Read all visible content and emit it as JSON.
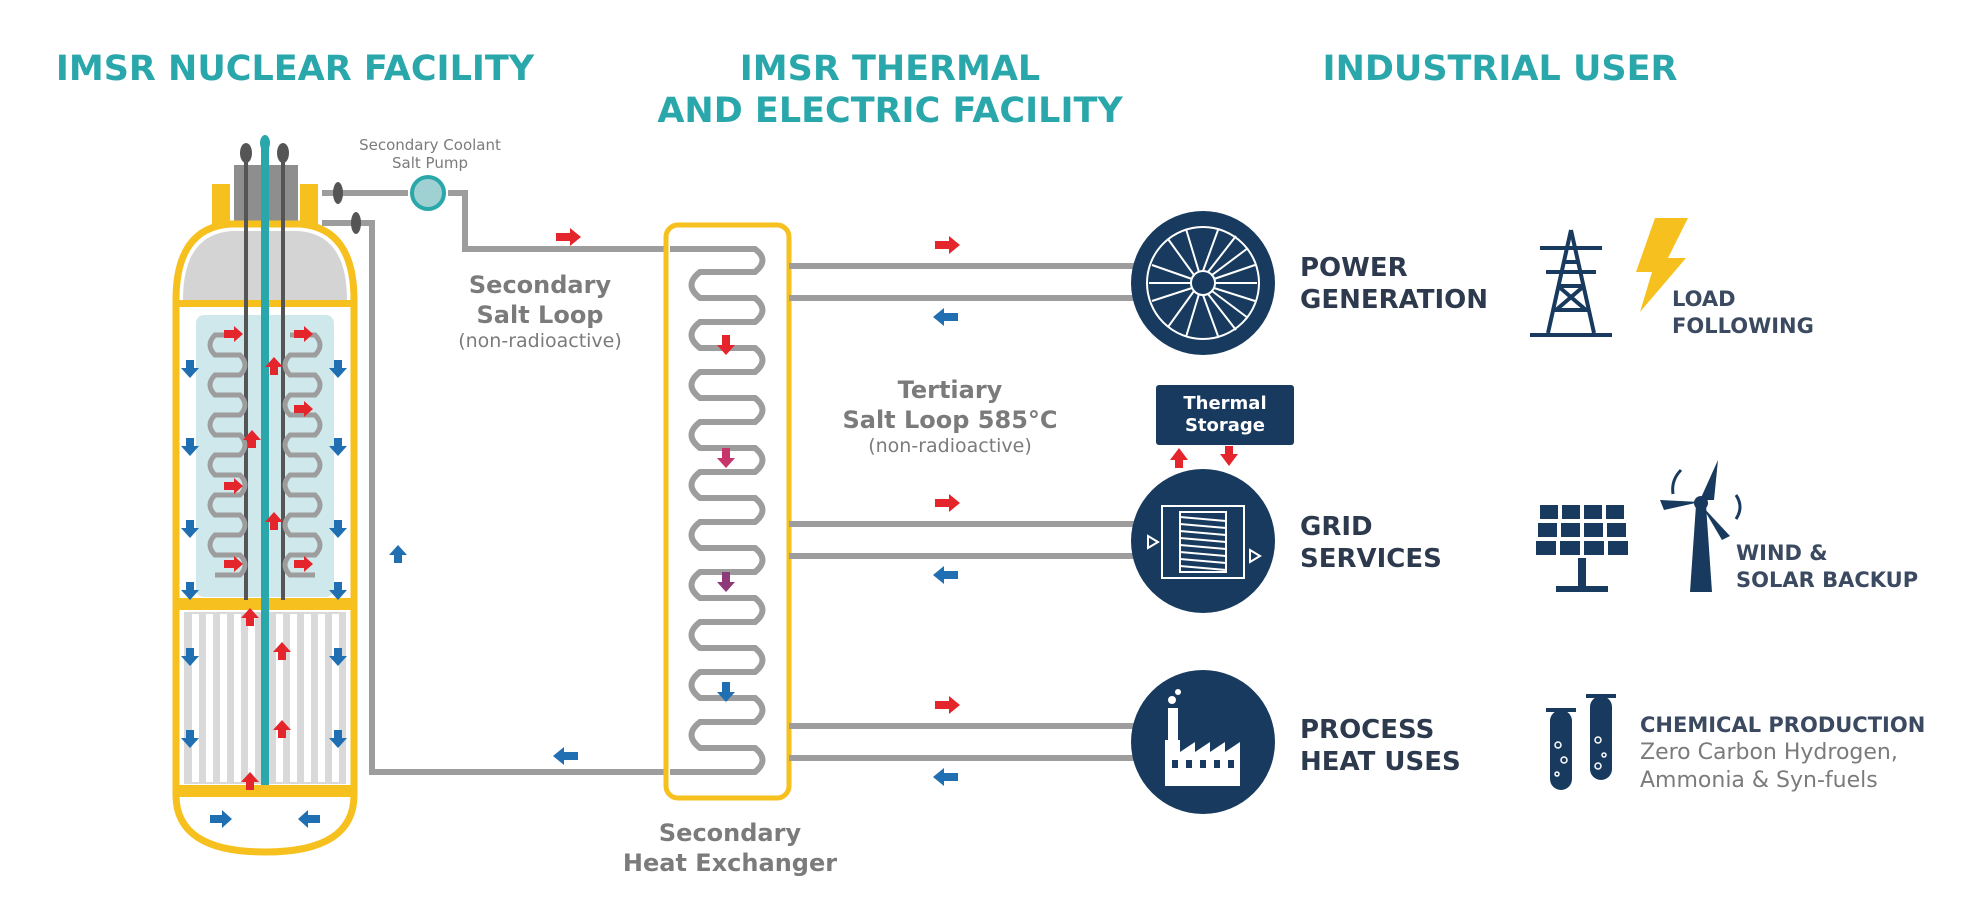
{
  "headers": {
    "nuclear": "IMSR NUCLEAR FACILITY",
    "thermal_line1": "IMSR THERMAL",
    "thermal_line2": "AND ELECTRIC FACILITY",
    "industrial": "INDUSTRIAL USER"
  },
  "pump_label_line1": "Secondary Coolant",
  "pump_label_line2": "Salt Pump",
  "secondary_loop": {
    "line1": "Secondary",
    "line2": "Salt Loop",
    "note": "(non-radioactive)"
  },
  "tertiary_loop": {
    "line1": "Tertiary",
    "line2": "Salt Loop 585°C",
    "note": "(non-radioactive)"
  },
  "heat_exchanger": {
    "line1": "Secondary",
    "line2": "Heat Exchanger"
  },
  "thermal_storage": {
    "line1": "Thermal",
    "line2": "Storage"
  },
  "uses": {
    "power": {
      "line1": "POWER",
      "line2": "GENERATION",
      "icon": "turbine-icon"
    },
    "grid": {
      "line1": "GRID",
      "line2": "SERVICES",
      "icon": "heat-storage-coil-icon"
    },
    "process": {
      "line1": "PROCESS",
      "line2": "HEAT USES",
      "icon": "factory-icon"
    }
  },
  "benefits": {
    "load": {
      "line1": "LOAD",
      "line2": "FOLLOWING",
      "icons": [
        "power-tower-icon",
        "lightning-icon"
      ]
    },
    "renewables": {
      "line1": "WIND &",
      "line2": "SOLAR BACKUP",
      "icons": [
        "solar-panel-icon",
        "wind-turbine-icon"
      ]
    },
    "chemical": {
      "title": "CHEMICAL PRODUCTION",
      "line1": "Zero Carbon Hydrogen,",
      "line2": "Ammonia & Syn-fuels",
      "icon": "test-tubes-icon"
    }
  },
  "colors": {
    "teal_heading": "#2aa7ab",
    "navy": "#173a5e",
    "reactor_yellow": "#f6c01e",
    "pipe_grey": "#9d9d9d",
    "hot_arrow": "#e5252c",
    "cold_arrow": "#1f6fb2",
    "label_grey": "#7b7b7b"
  }
}
